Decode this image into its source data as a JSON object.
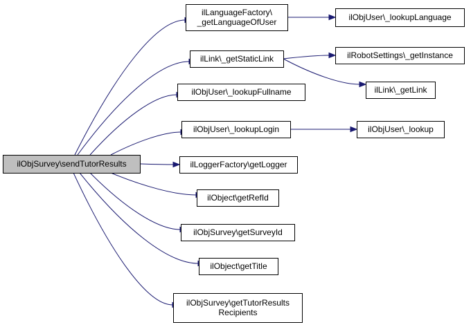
{
  "nodes": [
    {
      "id": "root",
      "lines": [
        "ilObjSurvey\\sendTutorResults"
      ],
      "root": true
    },
    {
      "id": "lang_factory",
      "lines": [
        "ilLanguageFactory\\",
        "_getLanguageOfUser"
      ]
    },
    {
      "id": "lookup_language",
      "lines": [
        "ilObjUser\\_lookupLanguage"
      ]
    },
    {
      "id": "static_link",
      "lines": [
        "ilLink\\_getStaticLink"
      ]
    },
    {
      "id": "robot_settings",
      "lines": [
        "ilRobotSettings\\_getInstance"
      ]
    },
    {
      "id": "get_link",
      "lines": [
        "ilLink\\_getLink"
      ]
    },
    {
      "id": "lookup_fullname",
      "lines": [
        "ilObjUser\\_lookupFullname"
      ]
    },
    {
      "id": "lookup_login",
      "lines": [
        "ilObjUser\\_lookupLogin"
      ]
    },
    {
      "id": "lookup",
      "lines": [
        "ilObjUser\\_lookup"
      ]
    },
    {
      "id": "get_logger",
      "lines": [
        "ilLoggerFactory\\getLogger"
      ]
    },
    {
      "id": "get_ref_id",
      "lines": [
        "ilObject\\getRefId"
      ]
    },
    {
      "id": "get_survey_id",
      "lines": [
        "ilObjSurvey\\getSurveyId"
      ]
    },
    {
      "id": "get_title",
      "lines": [
        "ilObject\\getTitle"
      ]
    },
    {
      "id": "tutor_recipients",
      "lines": [
        "ilObjSurvey\\getTutorResults",
        "Recipients"
      ]
    }
  ],
  "edges": [
    {
      "from": "root",
      "to": "lang_factory"
    },
    {
      "from": "root",
      "to": "static_link"
    },
    {
      "from": "root",
      "to": "lookup_fullname"
    },
    {
      "from": "root",
      "to": "lookup_login"
    },
    {
      "from": "root",
      "to": "get_logger"
    },
    {
      "from": "root",
      "to": "get_ref_id"
    },
    {
      "from": "root",
      "to": "get_survey_id"
    },
    {
      "from": "root",
      "to": "get_title"
    },
    {
      "from": "root",
      "to": "tutor_recipients"
    },
    {
      "from": "lang_factory",
      "to": "lookup_language"
    },
    {
      "from": "static_link",
      "to": "robot_settings"
    },
    {
      "from": "static_link",
      "to": "get_link"
    },
    {
      "from": "lookup_login",
      "to": "lookup"
    }
  ]
}
